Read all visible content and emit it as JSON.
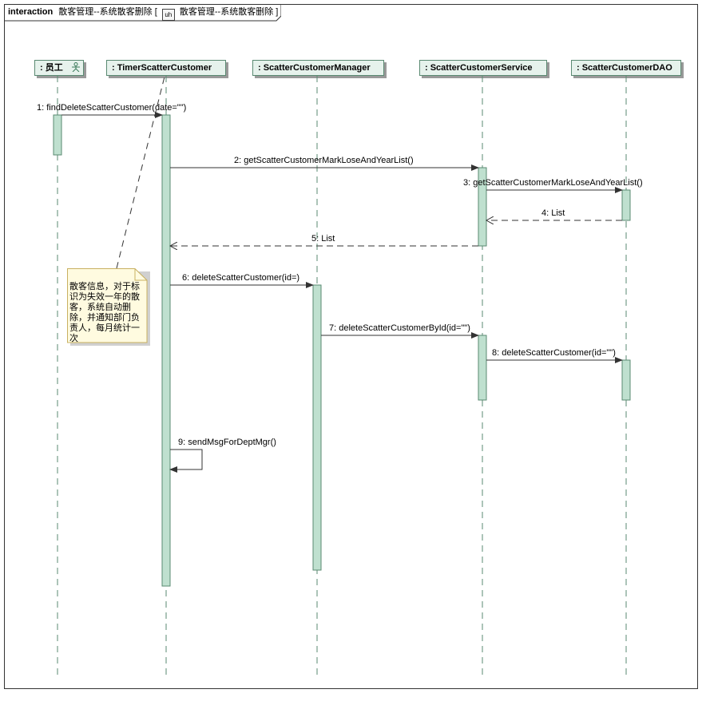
{
  "frame": {
    "keyword": "interaction",
    "title": "散客管理--系统散客删除",
    "bracket_open": "[",
    "icon_glyph": "uh",
    "ref_title": "散客管理--系统散客删除",
    "bracket_close": "]"
  },
  "lifelines": [
    {
      "label": ": 员工",
      "icon": "actor-icon"
    },
    {
      "label": ": TimerScatterCustomer"
    },
    {
      "label": ": ScatterCustomerManager"
    },
    {
      "label": ": ScatterCustomerService"
    },
    {
      "label": ": ScatterCustomerDAO"
    }
  ],
  "messages": [
    {
      "num": "1:",
      "text": "findDeleteScatterCustomer(date=\"\")"
    },
    {
      "num": "2:",
      "text": "getScatterCustomerMarkLoseAndYearList()"
    },
    {
      "num": "3:",
      "text": "getScatterCustomerMarkLoseAndYearList()"
    },
    {
      "num": "4:",
      "text": "List"
    },
    {
      "num": "5:",
      "text": "List"
    },
    {
      "num": "6:",
      "text": "deleteScatterCustomer(id=)"
    },
    {
      "num": "7:",
      "text": "deleteScatterCustomerById(id=\"\")"
    },
    {
      "num": "8:",
      "text": "deleteScatterCustomer(id=\"\")"
    },
    {
      "num": "9:",
      "text": "sendMsgForDeptMgr()"
    }
  ],
  "note": {
    "text": "散客信息，对于标识为失效一年的散客，系统自动删除，并通知部门负责人，每月统计一次"
  },
  "colors": {
    "activation_fill": "#bfe0cf",
    "activation_stroke": "#5a8a72",
    "lifeline_dash": "#5a8a72",
    "note_fill": "#fffbe0"
  }
}
